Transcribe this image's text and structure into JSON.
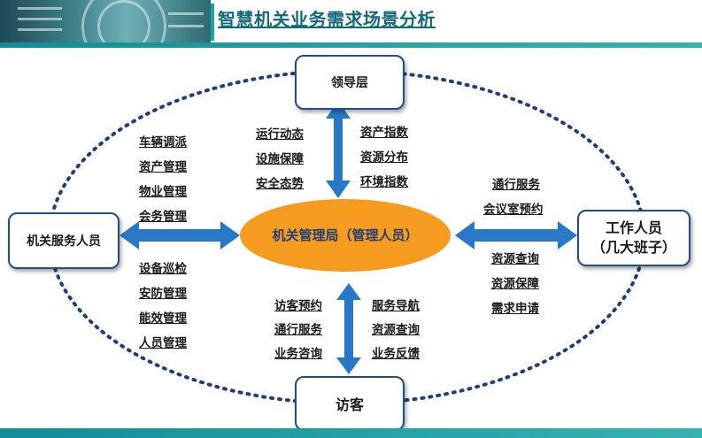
{
  "title": "智慧机关业务需求场景分析",
  "nodes": {
    "top": "领导层",
    "left": "机关服务人员",
    "right_line1": "工作人员",
    "right_line2": "（几大班子）",
    "bottom": "访客",
    "center": "机关管理局（管理人员）"
  },
  "labels": {
    "top_left": [
      "运行动态",
      "设施保障",
      "安全态势"
    ],
    "top_right": [
      "资产指数",
      "资源分布",
      "环境指数"
    ],
    "left_upper": [
      "车辆调派",
      "资产管理",
      "物业管理",
      "会务管理"
    ],
    "left_lower": [
      "设备巡检",
      "安防管理",
      "能效管理",
      "人员管理"
    ],
    "right_upper": [
      "通行服务",
      "会议室预约"
    ],
    "right_lower": [
      "资源查询",
      "资源保障",
      "需求申请"
    ],
    "bottom_left": [
      "访客预约",
      "通行服务",
      "业务咨询"
    ],
    "bottom_right": [
      "服务导航",
      "资源查询",
      "业务反馈"
    ]
  },
  "colors": {
    "arrow": "#2878c8",
    "center_fill": "#f59b1e",
    "box_border": "#1f4e8c",
    "dotted_ellipse": "#1f3f7a",
    "accent_teal": "#0f8e98"
  }
}
